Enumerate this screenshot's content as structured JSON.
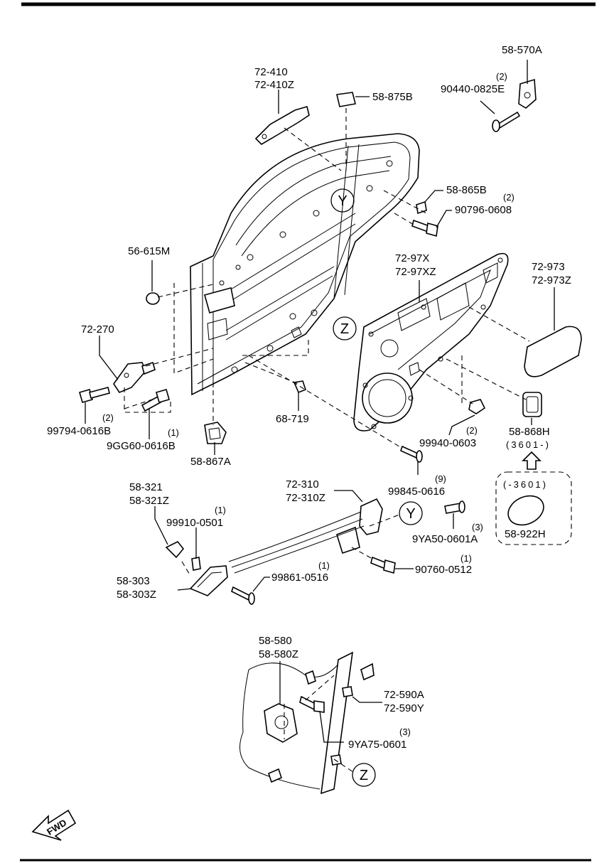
{
  "callouts": {
    "p58_570A": "58-570A",
    "p90440_0825E": "90440-0825E",
    "p90440_qty": "(2)",
    "p72_410": "72-410",
    "p72_410Z": "72-410Z",
    "p58_875B": "58-875B",
    "p58_865B": "58-865B",
    "p90796_0608": "90796-0608",
    "p90796_qty": "(2)",
    "p56_615M": "56-615M",
    "p72_97X": "72-97X",
    "p72_97XZ": "72-97XZ",
    "p72_973": "72-973",
    "p72_973Z": "72-973Z",
    "p72_270": "72-270",
    "p99794_0616B": "99794-0616B",
    "p99794_qty": "(2)",
    "p9GG60_0616B": "9GG60-0616B",
    "p9GG60_qty": "(1)",
    "p58_867A": "58-867A",
    "p68_719": "68-719",
    "p99940_0603": "99940-0603",
    "p99940_qty": "(2)",
    "p58_868H": "58-868H",
    "p58_868H_range": "(3601-)",
    "p99845_0616": "99845-0616",
    "p99845_qty": "(9)",
    "range_box": "(-3601)",
    "p58_922H": "58-922H",
    "p58_321": "58-321",
    "p58_321Z": "58-321Z",
    "p99910_0501": "99910-0501",
    "p99910_qty": "(1)",
    "p72_310": "72-310",
    "p72_310Z": "72-310Z",
    "p9YA50_0601A": "9YA50-0601A",
    "p9YA50_qty": "(3)",
    "p58_303": "58-303",
    "p58_303Z": "58-303Z",
    "p99861_0516": "99861-0516",
    "p99861_qty": "(1)",
    "p90760_0512": "90760-0512",
    "p90760_qty": "(1)",
    "p58_580": "58-580",
    "p58_580Z": "58-580Z",
    "p72_590A": "72-590A",
    "p72_590Y": "72-590Y",
    "p9YA75_0601": "9YA75-0601",
    "p9YA75_qty": "(3)"
  },
  "reference_marks": {
    "y_top": "Y",
    "z_mid": "Z",
    "y_mid": "Y",
    "z_bottom": "Z"
  },
  "direction_arrow": {
    "label": "FWD"
  }
}
